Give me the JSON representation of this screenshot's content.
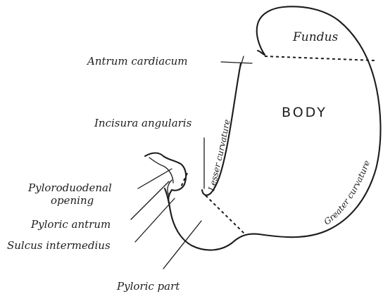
{
  "labels": {
    "fundus": "Fundus",
    "body": "BODY",
    "antrum_cardiacum": "Antrum cardiacum",
    "incisura_angularis": "Incisura angularis",
    "lesser_curvature": "Lesser curvature",
    "greater_curvature": "Greater curvature",
    "pyloroduodenal_line1": "Pyloroduodenal",
    "pyloroduodenal_line2": "opening",
    "pyloric_antrum": "Pyloric antrum",
    "sulcus_intermedius": "Sulcus intermedius",
    "pyloric_part": "Pyloric part"
  }
}
